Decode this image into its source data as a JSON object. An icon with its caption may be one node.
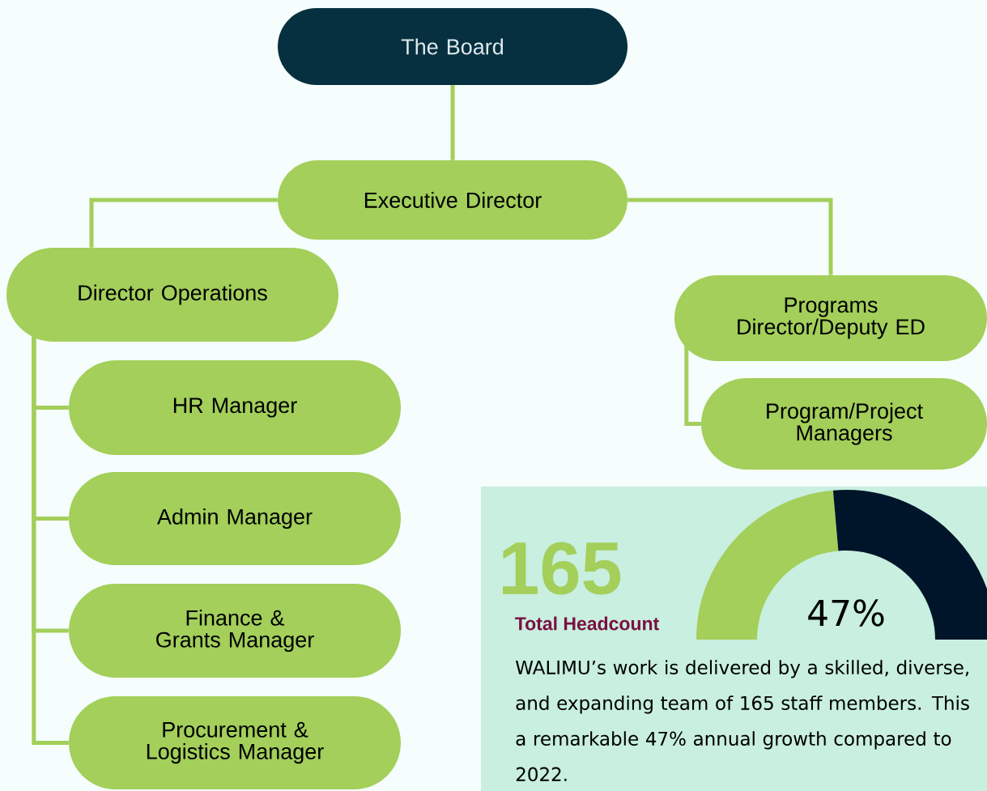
{
  "diagram": {
    "nodes": [
      {
        "text": [
          "The Board"
        ]
      },
      {
        "text": [
          "Executive Director"
        ]
      },
      {
        "text": [
          "Director Operations"
        ]
      },
      {
        "text": [
          "Programs Director/Deputy ED"
        ]
      },
      {
        "text": [
          "HR Manager"
        ]
      },
      {
        "text": [
          "Admin Manager"
        ]
      },
      {
        "text": [
          "Finance & Grants Manager"
        ]
      },
      {
        "text": [
          "Procurement & Logistics Manager"
        ]
      },
      {
        "text": [
          "Program/Project Managers"
        ]
      },
      {
        "text": [
          "165",
          "Total Headcount",
          "47%",
          "WALIMU’s work is delivered by a skilled, diverse, and expanding team of 165 staff members. This a remarkable 47% annual growth compared to 2022."
        ]
      }
    ],
    "edges": [
      {
        "from": 0,
        "to": 1,
        "arrow": "none"
      },
      {
        "from": 1,
        "to": 2,
        "arrow": "none"
      },
      {
        "from": 1,
        "to": 3,
        "arrow": "none"
      },
      {
        "from": 2,
        "to": 4,
        "arrow": "none"
      },
      {
        "from": 2,
        "to": 5,
        "arrow": "none"
      },
      {
        "from": 2,
        "to": 6,
        "arrow": "none"
      },
      {
        "from": 2,
        "to": 7,
        "arrow": "none"
      },
      {
        "from": 3,
        "to": 8,
        "arrow": "none"
      }
    ]
  }
}
